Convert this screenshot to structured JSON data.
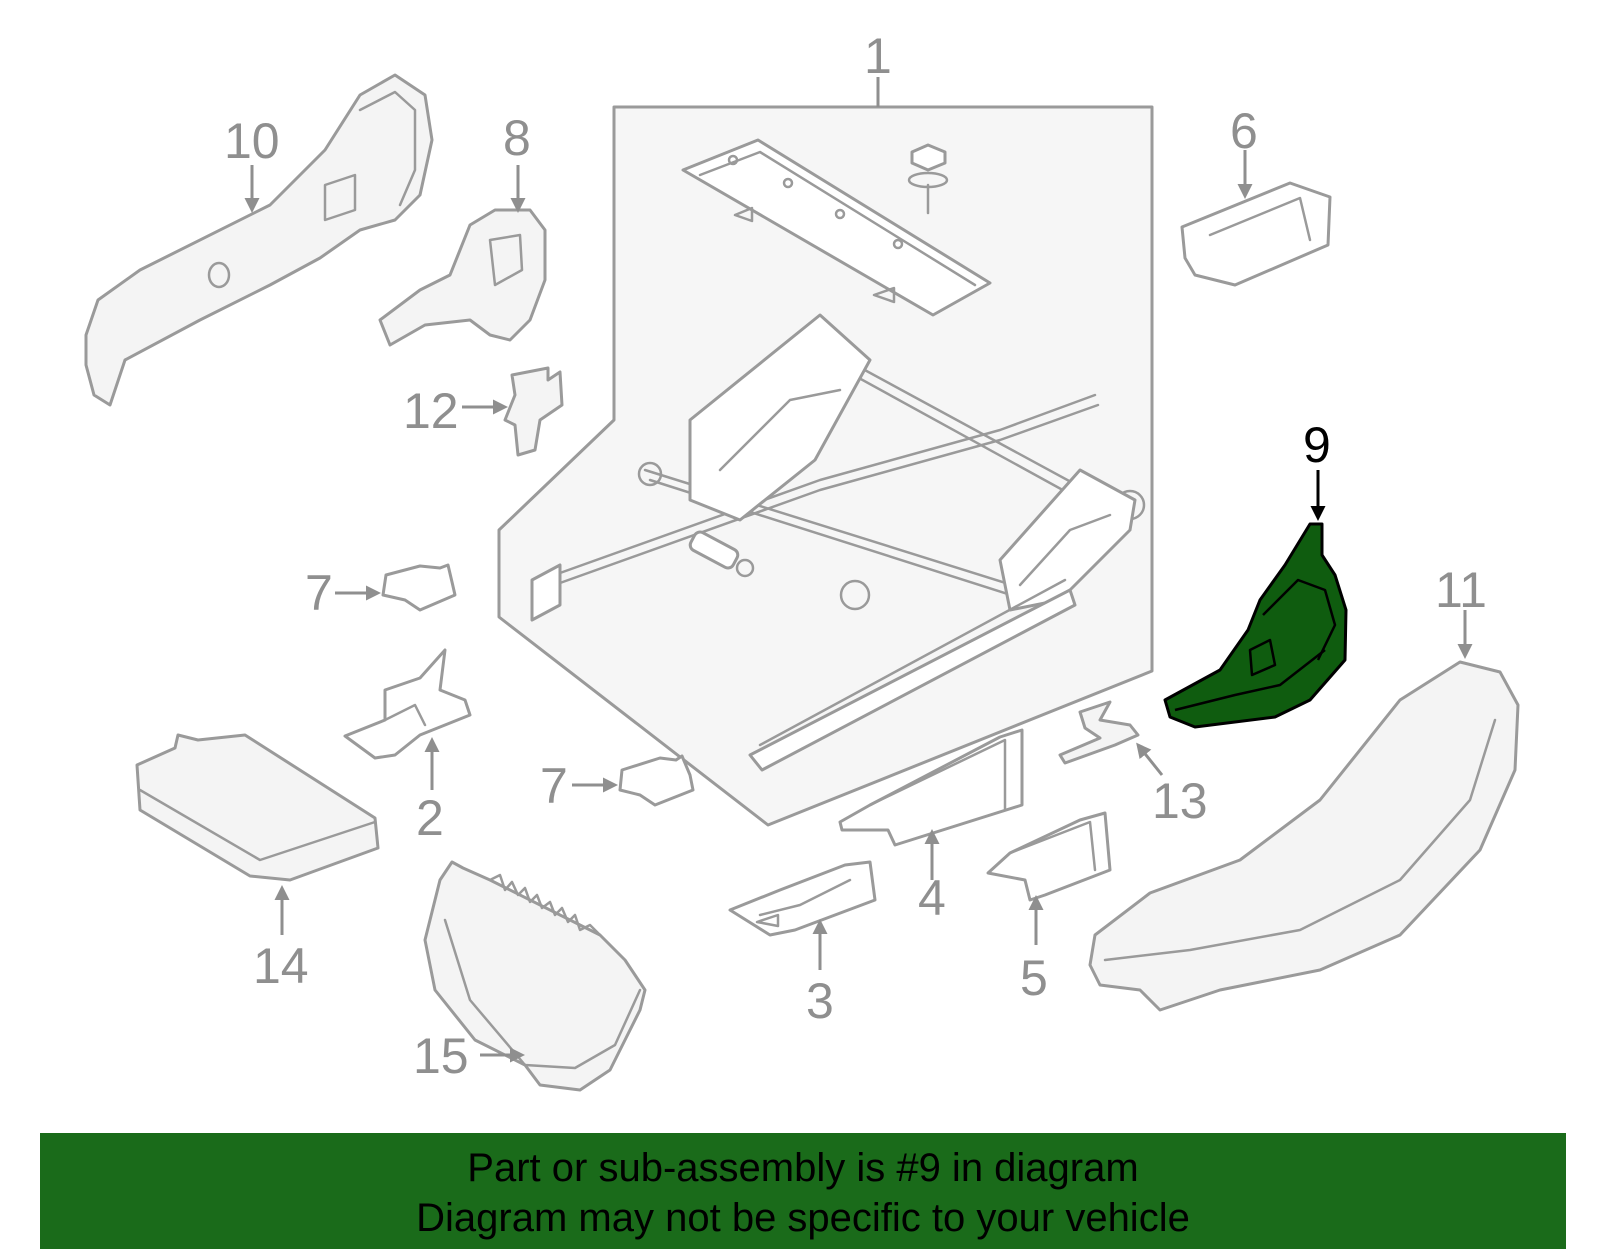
{
  "diagram": {
    "callouts": [
      "1",
      "2",
      "3",
      "4",
      "5",
      "6",
      "7",
      "7",
      "8",
      "9",
      "10",
      "11",
      "12",
      "13",
      "14",
      "15"
    ],
    "highlighted_part": "9",
    "highlight_color": "#0f5c0f",
    "banner_color": "#1a6b1a"
  },
  "banner": {
    "line1": "Part or sub-assembly is #9 in diagram",
    "line2": "Diagram may not be specific to your vehicle"
  }
}
